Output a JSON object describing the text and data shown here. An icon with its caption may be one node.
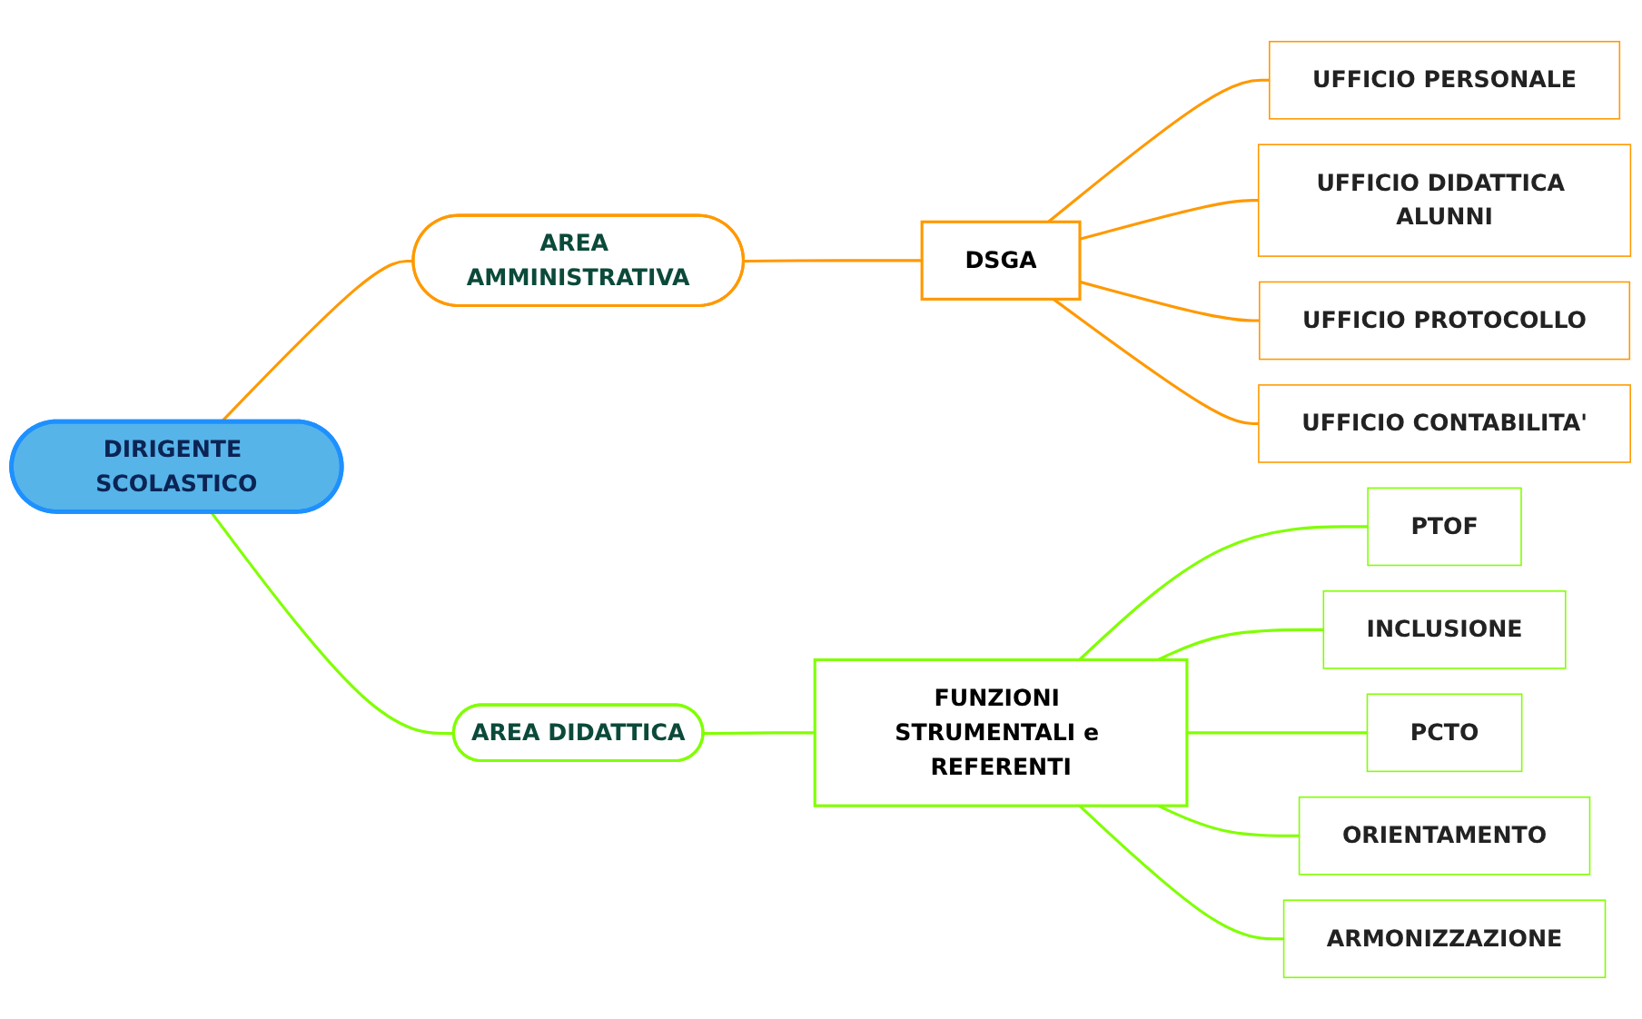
{
  "diagram": {
    "nodes": [
      {
        "text": [
          "DIRIGENTE SCOLASTICO"
        ]
      },
      {
        "text": [
          "AREA AMMINISTRATIVA"
        ]
      },
      {
        "text": [
          "DSGA"
        ]
      },
      {
        "text": [
          "UFFICIO PERSONALE"
        ]
      },
      {
        "text": [
          "UFFICIO DIDATTICA ALUNNI"
        ]
      },
      {
        "text": [
          "UFFICIO PROTOCOLLO"
        ]
      },
      {
        "text": [
          "UFFICIO CONTABILITA'"
        ]
      },
      {
        "text": [
          "AREA DIDATTICA"
        ]
      },
      {
        "text": [
          "FUNZIONI STRUMENTALI e REFERENTI"
        ]
      },
      {
        "text": [
          "PTOF"
        ]
      },
      {
        "text": [
          "INCLUSIONE"
        ]
      },
      {
        "text": [
          "PCTO"
        ]
      },
      {
        "text": [
          "ORIENTAMENTO"
        ]
      },
      {
        "text": [
          "ARMONIZZAZIONE"
        ]
      }
    ],
    "edges": [
      {
        "from": 0,
        "to": 1,
        "arrow": "none",
        "color": "#ff9900"
      },
      {
        "from": 1,
        "to": 2,
        "arrow": "none",
        "color": "#ff9900"
      },
      {
        "from": 2,
        "to": 3,
        "arrow": "none",
        "color": "#ff9900"
      },
      {
        "from": 2,
        "to": 4,
        "arrow": "none",
        "color": "#ff9900"
      },
      {
        "from": 2,
        "to": 5,
        "arrow": "none",
        "color": "#ff9900"
      },
      {
        "from": 2,
        "to": 6,
        "arrow": "none",
        "color": "#ff9900"
      },
      {
        "from": 0,
        "to": 7,
        "arrow": "none"
      },
      {
        "from": 7,
        "to": 8,
        "arrow": "none"
      },
      {
        "from": 8,
        "to": 9,
        "arrow": "none"
      },
      {
        "from": 8,
        "to": 10,
        "arrow": "none"
      },
      {
        "from": 8,
        "to": 11,
        "arrow": "none"
      },
      {
        "from": 8,
        "to": 12,
        "arrow": "none"
      },
      {
        "from": 8,
        "to": 13,
        "arrow": "none"
      }
    ]
  }
}
